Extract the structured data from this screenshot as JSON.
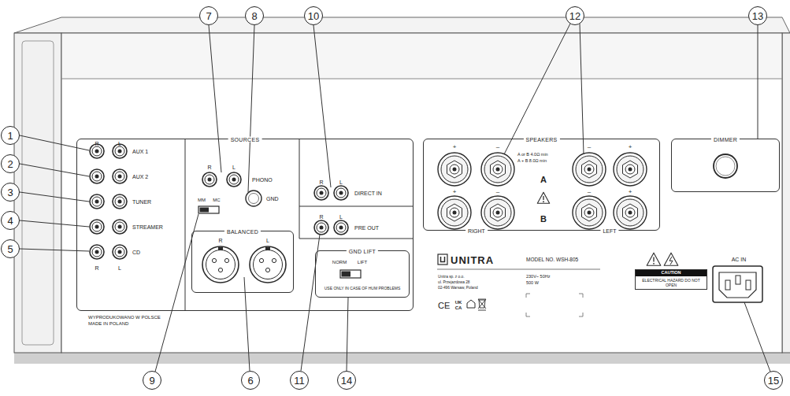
{
  "diagram": {
    "nodes": [
      {
        "text": [
          "7"
        ]
      },
      {
        "text": [
          "8"
        ]
      },
      {
        "text": [
          "10"
        ]
      },
      {
        "text": [
          "12"
        ]
      },
      {
        "text": [
          "13"
        ]
      },
      {
        "text": [
          "1"
        ]
      },
      {
        "text": [
          "2"
        ]
      },
      {
        "text": [
          "3"
        ]
      },
      {
        "text": [
          "4"
        ]
      },
      {
        "text": [
          "5"
        ]
      },
      {
        "text": [
          "SOURCES"
        ]
      },
      {
        "text": [
          "BALANCED"
        ],
        "in": 10
      },
      {
        "text": [
          "GND LIFT"
        ],
        "in": 10
      },
      {
        "text": [
          "SPEAKERS"
        ]
      },
      {
        "text": [
          "DIMMER"
        ]
      },
      {
        "text": [
          "CAUTION",
          "ELECTRICAL HAZARD DO NOT OPEN"
        ]
      },
      {
        "text": [
          "9"
        ]
      },
      {
        "text": [
          "6"
        ]
      },
      {
        "text": [
          "11"
        ]
      },
      {
        "text": [
          "14"
        ]
      },
      {
        "text": [
          "15"
        ]
      }
    ],
    "labels": [
      "R",
      "L",
      "AUX 1",
      "AUX 2",
      "TUNER",
      "STREAMER",
      "CD",
      "R",
      "L",
      "R",
      "L",
      "PHONO",
      "GND",
      "MM",
      "MC",
      "R",
      "L",
      "R",
      "L",
      "DIRECT IN",
      "R",
      "L",
      "PRE OUT",
      "NORM",
      "LIFT",
      "USE ONLY IN CASE OF HUM PROBLEMS",
      "+",
      "–",
      "–",
      "+",
      "A or B 4.0Ω min",
      "A + B 8.0Ω min",
      "A",
      "+",
      "–",
      "–",
      "+",
      "B",
      "RIGHT",
      "LEFT",
      "UNITRA",
      "MODEL NO. WSH-805",
      "Unitra sp. z o.o.",
      "ul. Przejazdowa 28",
      "02-496 Warsaw, Poland",
      "230V~ 50Hz",
      "500 W",
      "CE",
      "UK",
      "CA",
      "AC IN",
      "WYPRODUKOWANO W POLSCE",
      "MADE IN POLAND"
    ]
  }
}
